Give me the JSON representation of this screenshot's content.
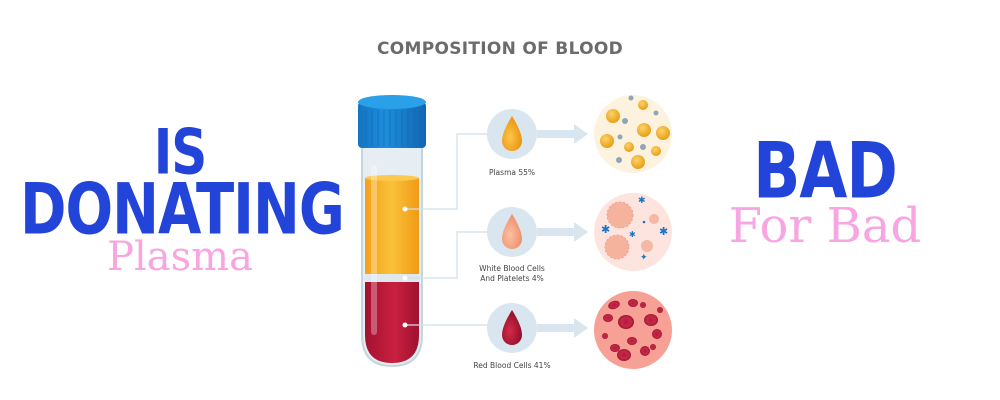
{
  "diagram": {
    "title": "COMPOSITION OF BLOOD",
    "components": [
      {
        "name": "Plasma",
        "percent": 55,
        "label": "Plasma 55%",
        "color": "#f5a623"
      },
      {
        "name": "White Blood Cells And Platelets",
        "percent": 4,
        "label_line1": "White Blood Cells",
        "label_line2": "And Platelets 4%",
        "color": "#f6a989"
      },
      {
        "name": "Red Blood Cells",
        "percent": 41,
        "label": "Red Blood Cells 41%",
        "color": "#b01535"
      }
    ]
  },
  "headline_left": {
    "line1": "IS",
    "line2": "DONATING",
    "line3": "Plasma"
  },
  "headline_right": {
    "line1": "BAD",
    "line2": "For Bad"
  },
  "colors": {
    "headline_blue": "#2244d8",
    "headline_pink": "#f7a6e2",
    "title_gray": "#6b6b6b",
    "cap_blue": "#1a8ad6",
    "connector": "#cfe0ea"
  }
}
